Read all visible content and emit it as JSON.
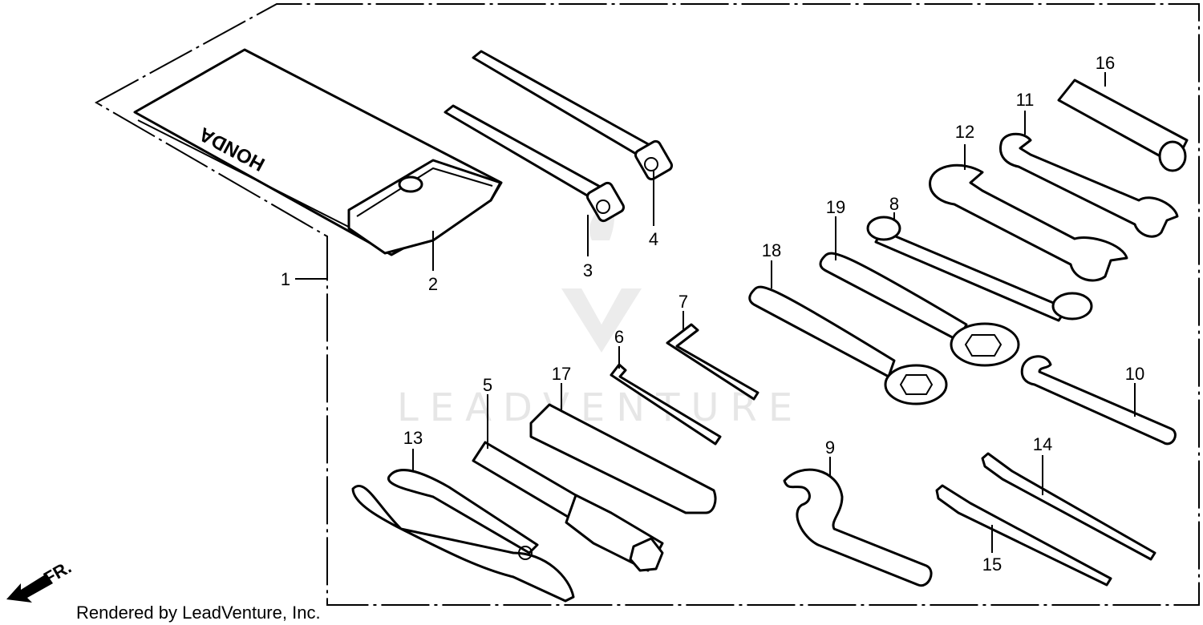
{
  "callouts": {
    "c1": "1",
    "c2": "2",
    "c3": "3",
    "c4": "4",
    "c5": "5",
    "c6": "6",
    "c7": "7",
    "c8": "8",
    "c9": "9",
    "c10": "10",
    "c11": "11",
    "c12": "12",
    "c13": "13",
    "c14": "14",
    "c15": "15",
    "c16": "16",
    "c17": "17",
    "c18": "18",
    "c19": "19"
  },
  "pouch_brand": "HONDA",
  "direction_label": "FR.",
  "watermark": "LEADVENTURE",
  "credit": "Rendered by LeadVenture, Inc."
}
